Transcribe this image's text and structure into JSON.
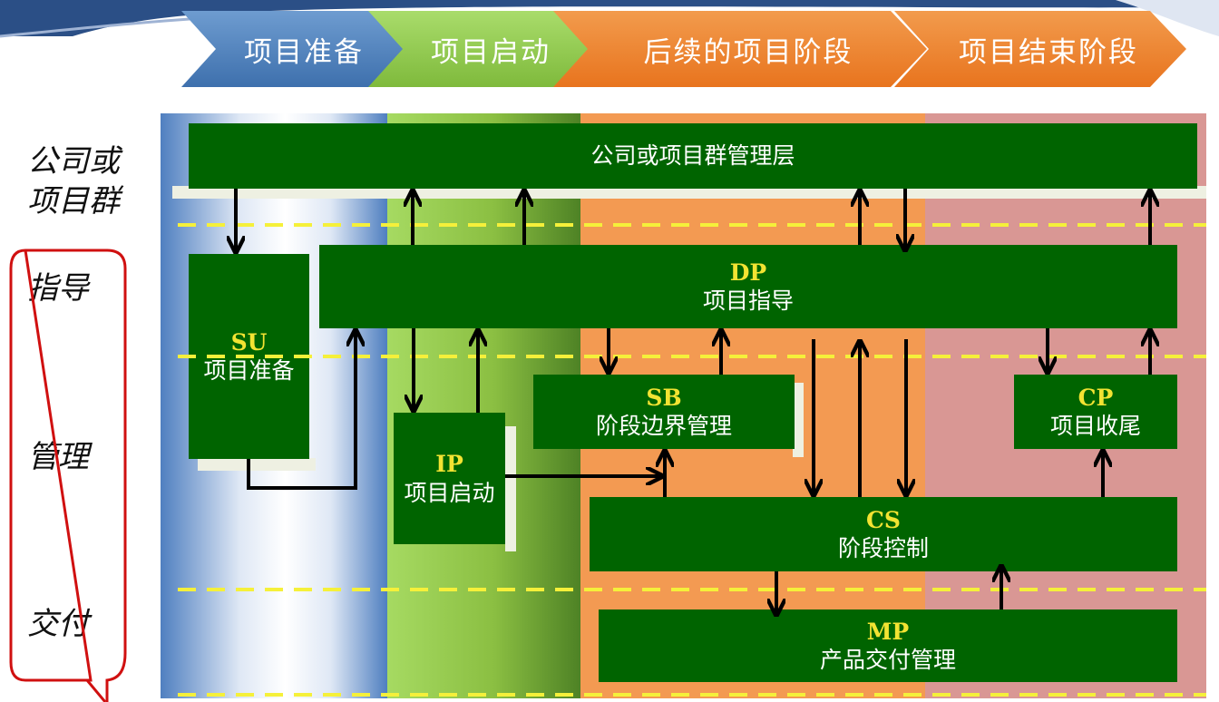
{
  "stages": [
    {
      "label": "项目准备",
      "color": "#4f7fc0"
    },
    {
      "label": "项目启动",
      "color": "#8bc34a"
    },
    {
      "label": "后续的项目阶段",
      "color": "#ee8030"
    },
    {
      "label": "项目结束阶段",
      "color": "#ee8030"
    }
  ],
  "levels": {
    "corporate_line1": "公司或",
    "corporate_line2": "项目群",
    "direct": "指导",
    "manage": "管理",
    "deliver": "交付"
  },
  "processes": {
    "corporate": {
      "name": "公司或项目群管理层"
    },
    "dp": {
      "code": "DP",
      "name": "项目指导"
    },
    "su": {
      "code": "SU",
      "name": "项目准备"
    },
    "ip": {
      "code": "IP",
      "name": "项目启动"
    },
    "sb": {
      "code": "SB",
      "name": "阶段边界管理"
    },
    "cp": {
      "code": "CP",
      "name": "项目收尾"
    },
    "cs": {
      "code": "CS",
      "name": "阶段控制"
    },
    "mp": {
      "code": "MP",
      "name": "产品交付管理"
    }
  },
  "colors": {
    "box_fill": "#006400",
    "code_text": "#f2e332",
    "divider": "#f5f03a",
    "bracket": "#d01010"
  }
}
